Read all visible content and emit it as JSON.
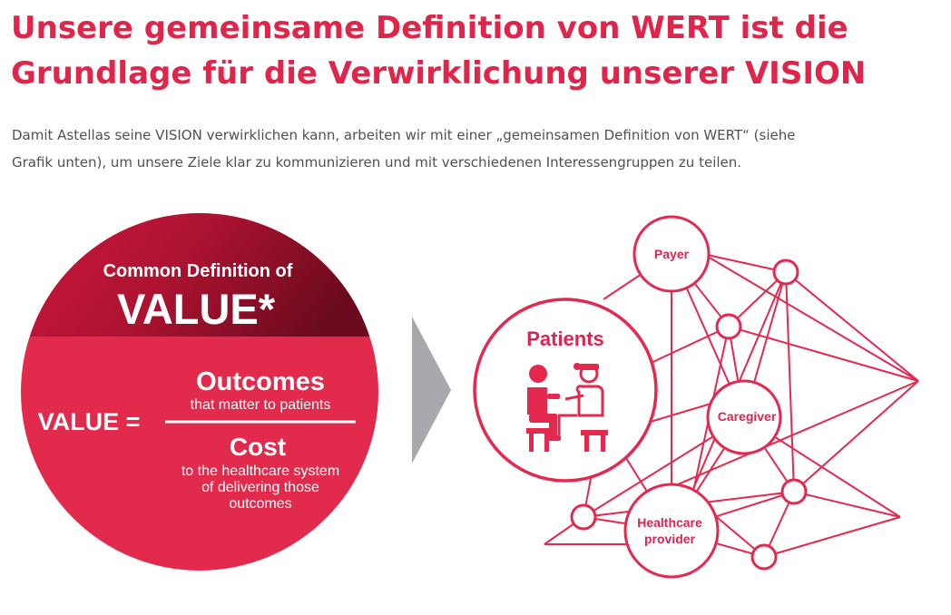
{
  "heading": {
    "line1": "Unsere gemeinsame Definition von WERT ist die",
    "line2": "Grundlage für die Verwirklichung unserer VISION"
  },
  "intro": {
    "line1": "Damit Astellas seine VISION verwirklichen kann, arbeiten wir mit einer „gemeinsamen Definition von WERT“ (siehe",
    "line2": "Grafik unten), um unsere Ziele klar zu kommunizieren und mit verschiedenen Interessengruppen zu teilen."
  },
  "value_circle": {
    "heading_small": "Common Definition of",
    "heading_big": "VALUE*",
    "equation_label": "VALUE =",
    "numerator_title": "Outcomes",
    "numerator_sub": "that matter to patients",
    "denominator_title": "Cost",
    "denominator_sub_1": "to the healthcare system",
    "denominator_sub_2": "of delivering those",
    "denominator_sub_3": "outcomes"
  },
  "network": {
    "patients": "Patients",
    "payer": "Payer",
    "caregiver": "Caregiver",
    "provider_1": "Healthcare",
    "provider_2": "provider"
  },
  "colors": {
    "brand_red": "#e0254a",
    "dark_red": "#b51232",
    "arrow_gray": "#a7a9ac",
    "text_gray": "#505050"
  },
  "icons": [
    "arrow-right-icon",
    "patient-doctor-icon"
  ]
}
